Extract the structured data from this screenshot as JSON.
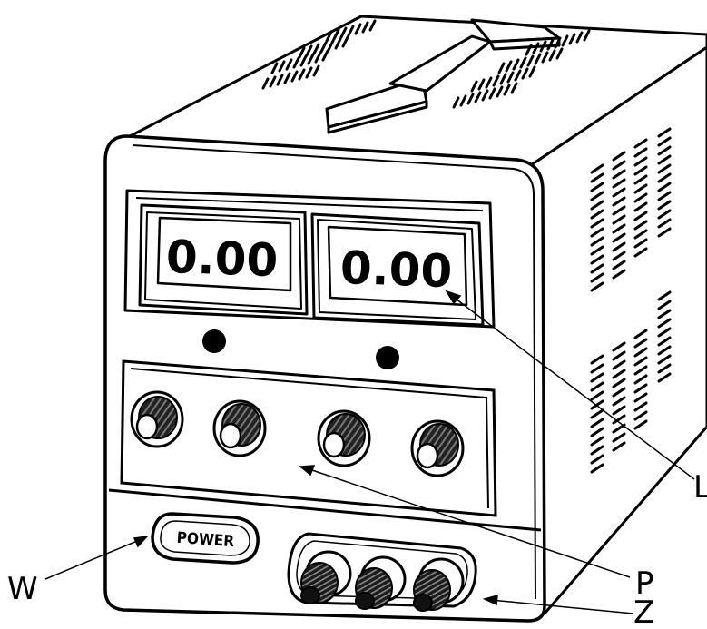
{
  "diagram": {
    "display_left_value": "0.00",
    "display_right_value": "0.00",
    "power_button_label": "POWER",
    "callouts": {
      "L": "L",
      "P": "P",
      "W": "W",
      "Z": "Z"
    }
  }
}
